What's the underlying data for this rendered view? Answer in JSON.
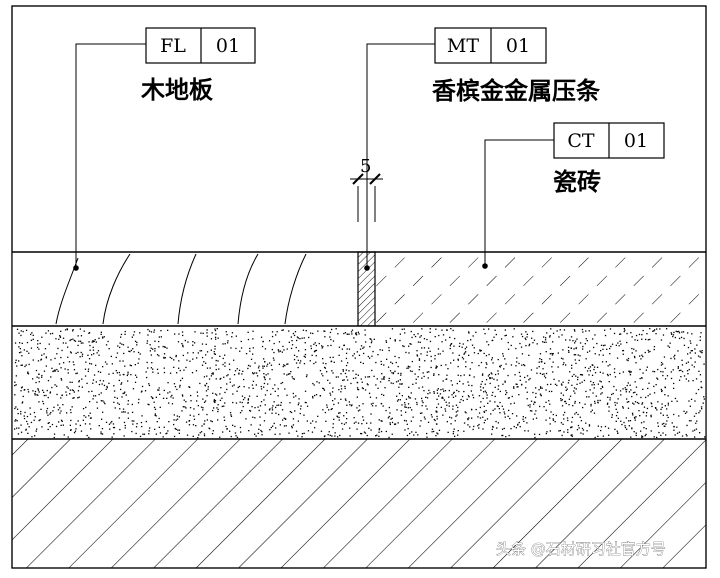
{
  "callouts": {
    "floor": {
      "code": "FL",
      "num": "01",
      "name": "木地板"
    },
    "strip": {
      "code": "MT",
      "num": "01",
      "name": "香槟金金属压条"
    },
    "tile": {
      "code": "CT",
      "num": "01",
      "name": "瓷砖"
    }
  },
  "dimension": {
    "gap": "5"
  },
  "watermark": {
    "text": "头条 @石材研习社官方号"
  }
}
